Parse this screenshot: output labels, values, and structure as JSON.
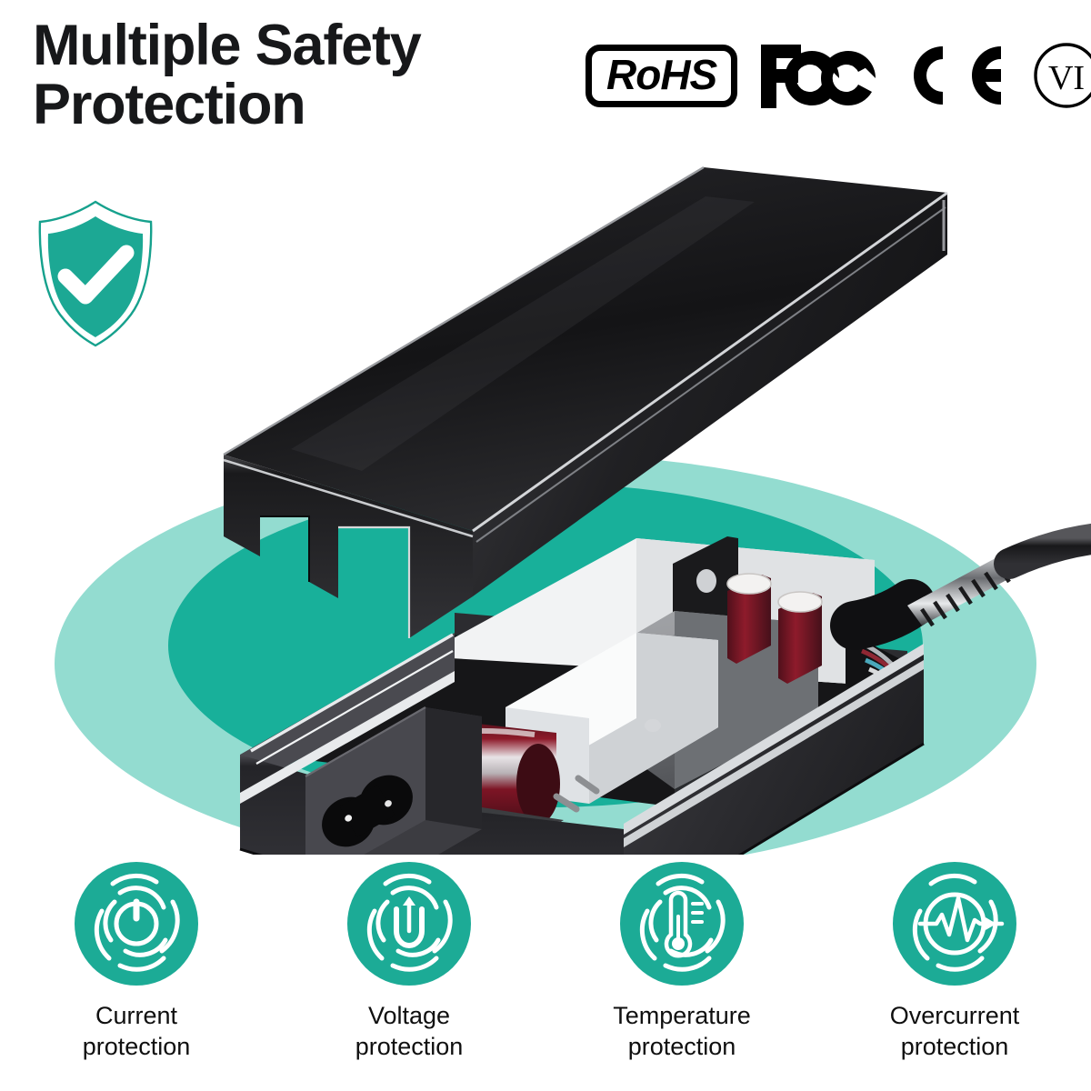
{
  "headline": "Multiple Safety\nProtection",
  "colors": {
    "teal_dark": "#18b09a",
    "teal_light": "#93dcd0",
    "shield_teal": "#1ca894",
    "text_dark": "#17181a",
    "capacitor_red": "#6e1422",
    "case_black": "#1b1b1d"
  },
  "certifications": [
    {
      "id": "rohs",
      "label": "RoHS",
      "icon": "rohs-mark"
    },
    {
      "id": "fcc",
      "label": "FC",
      "icon": "fcc-mark"
    },
    {
      "id": "ce",
      "label": "CE",
      "icon": "ce-mark"
    },
    {
      "id": "vi",
      "label": "VI",
      "icon": "level-vi-mark"
    }
  ],
  "shield": {
    "icon": "shield-check-icon"
  },
  "product": {
    "name": "ac-power-adapter-exploded-view",
    "parts": {
      "top_cover": "adapter-top-cover",
      "bottom_shell": "adapter-bottom-shell",
      "inlet": "figure-8-c7-power-inlet",
      "dc_cable": "dc-output-cable",
      "components": [
        "main-electrolytic-capacitor",
        "transformer-block",
        "heatsink",
        "output-capacitor-1",
        "output-capacitor-2",
        "insulation-sheet"
      ]
    }
  },
  "features": [
    {
      "icon": "power-button-icon",
      "label": "Current\nprotection"
    },
    {
      "icon": "voltage-arrow-icon",
      "label": "Voltage\nprotection"
    },
    {
      "icon": "thermometer-icon",
      "label": "Temperature\nprotection"
    },
    {
      "icon": "waveform-pulse-icon",
      "label": "Overcurrent\nprotection"
    }
  ]
}
